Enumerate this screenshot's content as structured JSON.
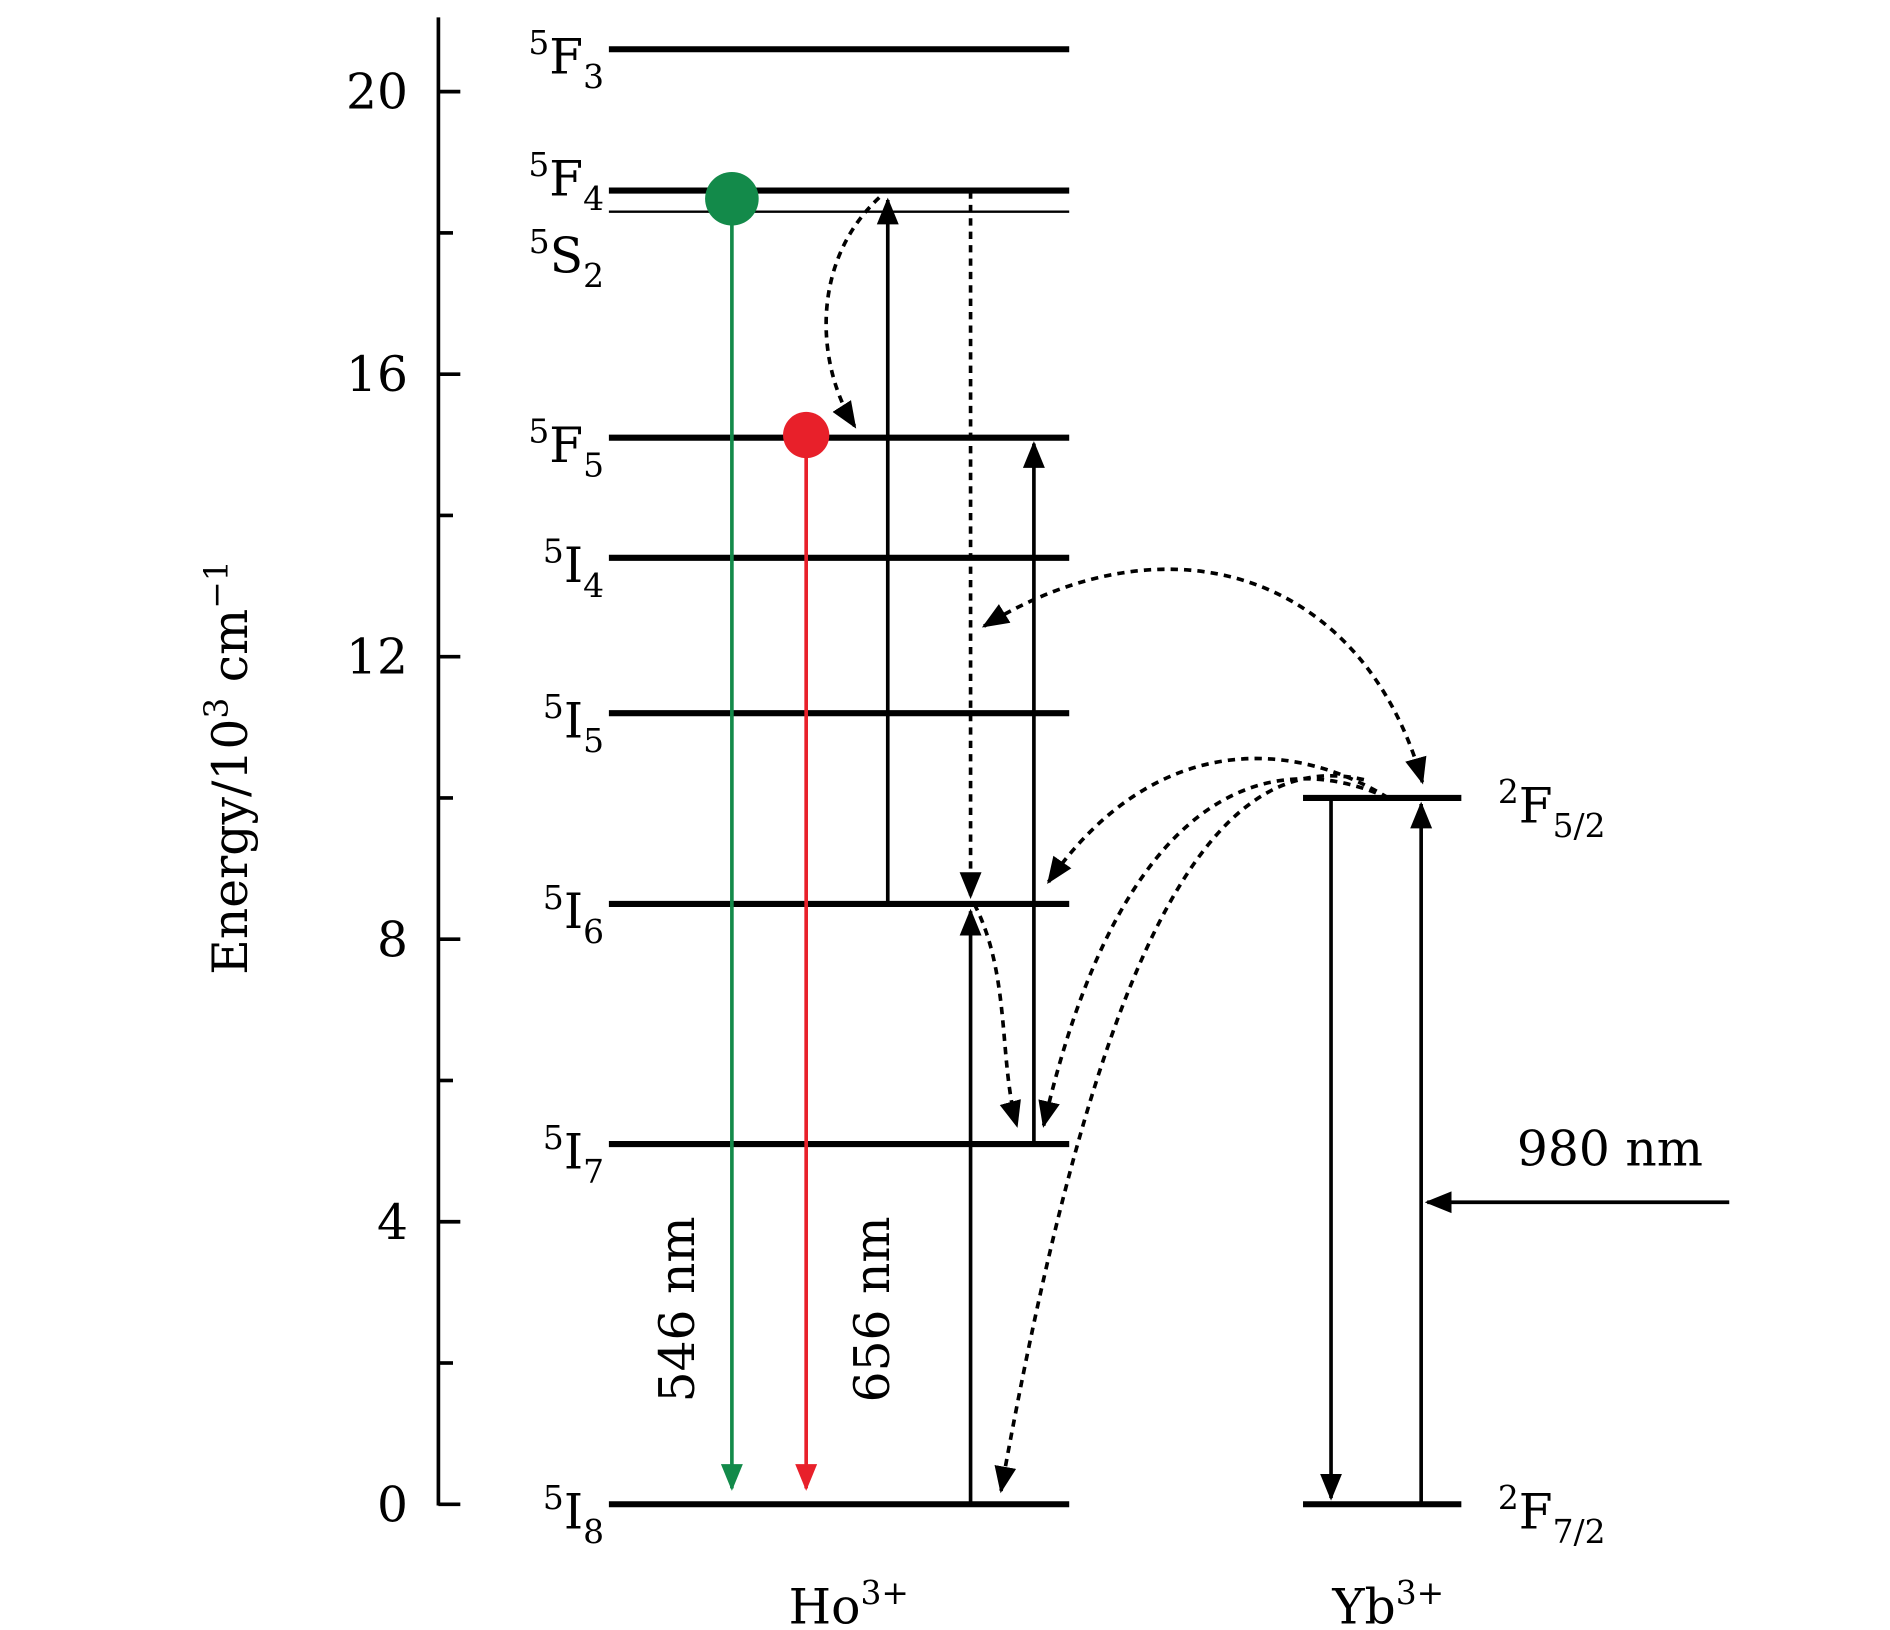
{
  "axis": {
    "label_main": "Energy/10",
    "label_sup": "3",
    "label_unit": " cm",
    "label_unit_sup": "−1",
    "ticks": [
      "0",
      "4",
      "8",
      "12",
      "16",
      "20"
    ]
  },
  "ho": {
    "ion_base": "Ho",
    "ion_sup": "3+",
    "levels": [
      {
        "sup": "5",
        "base": "F",
        "sub": "3",
        "energy": 20.6,
        "thin": false
      },
      {
        "sup": "5",
        "base": "F",
        "sub": "4",
        "energy": 18.6,
        "thin": false
      },
      {
        "sup": "5",
        "base": "S",
        "sub": "2",
        "energy": 18.3,
        "thin": true
      },
      {
        "sup": "5",
        "base": "F",
        "sub": "5",
        "energy": 15.1,
        "thin": false
      },
      {
        "sup": "5",
        "base": "I",
        "sub": "4",
        "energy": 13.4,
        "thin": false
      },
      {
        "sup": "5",
        "base": "I",
        "sub": "5",
        "energy": 11.2,
        "thin": false
      },
      {
        "sup": "5",
        "base": "I",
        "sub": "6",
        "energy": 8.5,
        "thin": false
      },
      {
        "sup": "5",
        "base": "I",
        "sub": "7",
        "energy": 5.1,
        "thin": false
      },
      {
        "sup": "5",
        "base": "I",
        "sub": "8",
        "energy": 0,
        "thin": false
      }
    ],
    "emissions": [
      {
        "label": "546 nm",
        "color": "#138a4a"
      },
      {
        "label": "656 nm",
        "color": "#e8202a"
      }
    ]
  },
  "yb": {
    "ion_base": "Yb",
    "ion_sup": "3+",
    "levels": [
      {
        "sup": "2",
        "base": "F",
        "sub": "5/2",
        "energy": 10.0
      },
      {
        "sup": "2",
        "base": "F",
        "sub": "7/2",
        "energy": 0
      }
    ],
    "pump_label": "980 nm"
  }
}
